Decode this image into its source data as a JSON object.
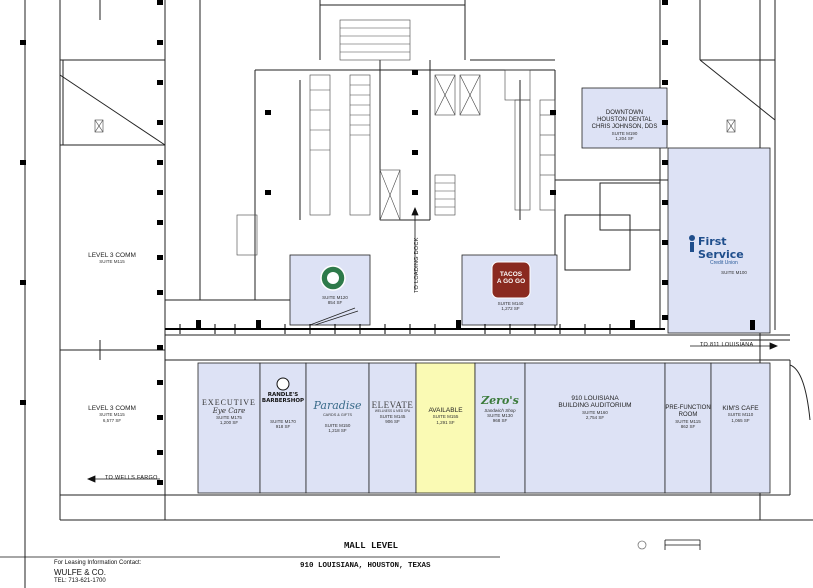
{
  "colors": {
    "suite_fill": "#dde2f5",
    "available_fill": "#fafab4",
    "wall": "#000000",
    "line": "#222222",
    "starbucks_green": "#2e7a4a",
    "tacos_red": "#8a2a20",
    "first_service_blue": "#1f4e8c"
  },
  "labels": {
    "level3_comm_top": {
      "name": "LEVEL 3 COMM",
      "suite": "SUITE M115"
    },
    "level3_comm_bottom": {
      "name": "LEVEL 3 COMM",
      "suite": "SUITE M115",
      "sf": "6,577 SF"
    },
    "downtown_dental": {
      "line1": "DOWNTOWN",
      "line2": "HOUSTON DENTAL",
      "line3": "CHRIS JOHNSON, DDS",
      "suite": "SUITE M190",
      "sf": "1,204 SF"
    },
    "first_service": {
      "logo": "First Service",
      "sub": "Credit Union",
      "suite": "SUITE M100"
    },
    "starbucks": {
      "suite": "SUITE M120",
      "sf": "854 SF"
    },
    "tacos": {
      "logo_line1": "TACOS",
      "logo_line2": "A GO GO",
      "suite": "SUITE M140",
      "sf": "1,272 SF"
    },
    "to_loading_dock": "TO LOADING DOCK",
    "to_811_louisiana": "TO 811 LOUISIANA",
    "to_wells_fargo": "TO WELLS FARGO",
    "mall_level": "MALL LEVEL",
    "address": "910 LOUISIANA, HOUSTON, TEXAS",
    "contact_line1": "For Leasing Information Contact:",
    "contact_line2": "WULFE & CO.",
    "contact_line3": "TEL: 713-621-1700"
  },
  "suites": [
    {
      "logo": "EXECUTIVE",
      "logo2": "Eye Care",
      "suite": "SUITE M175",
      "sf": "1,200 SF"
    },
    {
      "logo": "RANDLE'S",
      "logo2": "BARBERSHOP",
      "suite": "SUITE M170",
      "sf": "918 SF"
    },
    {
      "logo": "Paradise",
      "logo2": "CARDS & GIFTS",
      "suite": "SUITE M150",
      "sf": "1,218 SF"
    },
    {
      "logo": "ELEVATE",
      "logo2": "WELLNESS & MED SPA",
      "suite": "SUITE M145",
      "sf": "906 SF"
    },
    {
      "name": "AVAILABLE",
      "suite": "SUITE M155",
      "sf": "1,291 SF"
    },
    {
      "logo": "Zero's",
      "logo2": "Sandwich Shop",
      "suite": "SUITE M130",
      "sf": "968 SF"
    },
    {
      "name1": "910 LOUISIANA",
      "name2": "BUILDING AUDITORIUM",
      "suite": "SUITE M160",
      "sf": "2,754 SF"
    },
    {
      "name1": "PRE-FUNCTION",
      "name2": "ROOM",
      "suite": "SUITE M115",
      "sf": "862 SF"
    },
    {
      "name1": "KIM'S CAFE",
      "suite": "SUITE M110",
      "sf": "1,065 SF"
    }
  ]
}
